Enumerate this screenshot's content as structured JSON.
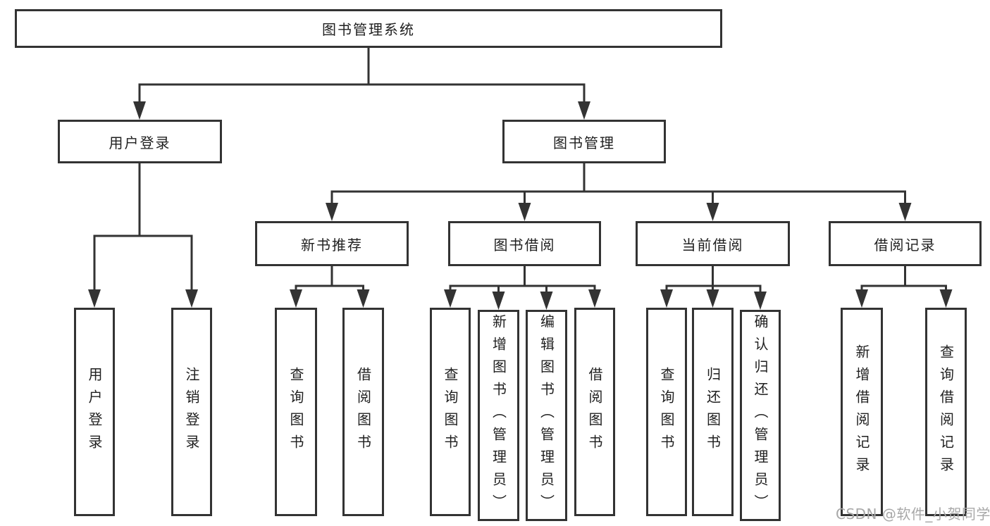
{
  "title": "图书管理系统",
  "watermark": "CSDN @软件_小贺同学",
  "colors": {
    "line": "#333333",
    "text": "#1f1f1f",
    "background": "#ffffff",
    "watermark": "#a8a8a8"
  },
  "tree": {
    "root": "图书管理系统",
    "branches": [
      {
        "label": "用户登录",
        "leaves": [
          "用户登录",
          "注销登录"
        ]
      },
      {
        "label": "图书管理",
        "children": [
          {
            "label": "新书推荐",
            "leaves": [
              "查询图书",
              "借阅图书"
            ]
          },
          {
            "label": "图书借阅",
            "leaves": [
              "查询图书",
              "新增图书（管理员）",
              "编辑图书（管理员）",
              "借阅图书"
            ]
          },
          {
            "label": "当前借阅",
            "leaves": [
              "查询图书",
              "归还图书",
              "确认归还（管理员）"
            ]
          },
          {
            "label": "借阅记录",
            "leaves": [
              "新增借阅记录",
              "查询借阅记录"
            ]
          }
        ]
      }
    ]
  }
}
